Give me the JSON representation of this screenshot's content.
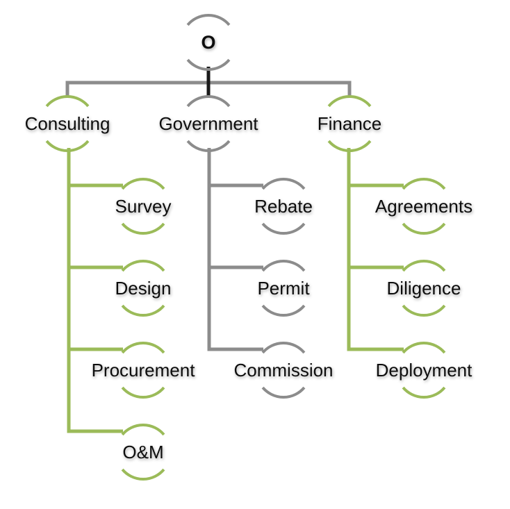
{
  "colors": {
    "green": "#9bbb59",
    "gray": "#8c8c8c",
    "dark": "#1a1a1a"
  },
  "tree": {
    "root": {
      "label": "O",
      "color": "gray"
    },
    "branches": [
      {
        "label": "Consulting",
        "color": "green",
        "children": [
          "Survey",
          "Design",
          "Procurement",
          "O&M"
        ]
      },
      {
        "label": "Government",
        "color": "gray",
        "children": [
          "Rebate",
          "Permit",
          "Commission"
        ]
      },
      {
        "label": "Finance",
        "color": "green",
        "children": [
          "Agreements",
          "Diligence",
          "Deployment"
        ]
      }
    ]
  }
}
